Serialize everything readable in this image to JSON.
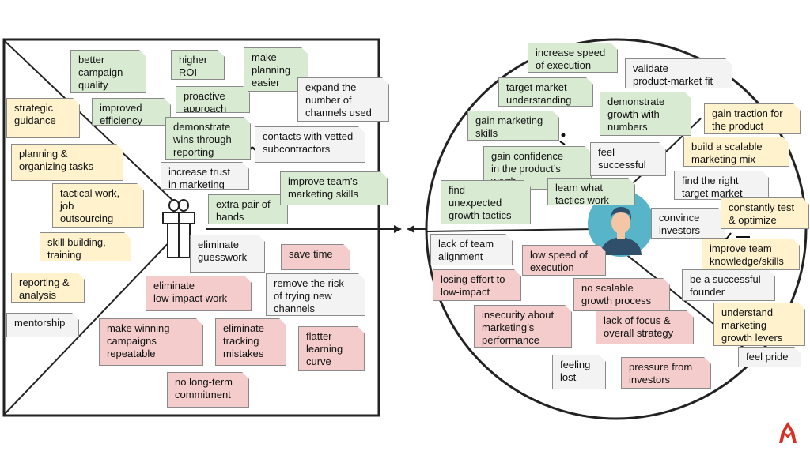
{
  "colors": {
    "gain": "#d9ead3",
    "job": "#fff2cc",
    "pain": "#f4cccc",
    "neutral": "#f3f3f3",
    "outline": "#222222",
    "customer_circle": "#58b4c9",
    "logo_red": "#d93025"
  },
  "icons": {
    "gift": "gift-icon",
    "customer": "person-avatar-icon",
    "logo": "brand-logo-icon"
  },
  "value_map": {
    "gain_creators": [
      "better\ncampaign\nquality",
      "higher\nROI",
      "make\nplanning\neasier",
      "proactive\napproach",
      "improved\nefficiency",
      "demonstrate\nwins through\nreporting",
      "extra pair of\nhands",
      "improve team’s\nmarketing skills"
    ],
    "neutral": [
      "expand the\nnumber of\nchannels used",
      "contacts with vetted\nsubcontractors",
      "increase trust\nin marketing",
      "eliminate\nguesswork",
      "remove the risk\nof trying new\nchannels",
      "mentorship"
    ],
    "products_services": [
      "strategic\nguidance",
      "planning &\norganizing tasks",
      "tactical work,\njob\noutsourcing",
      "skill building,\ntraining",
      "reporting &\nanalysis"
    ],
    "pain_relievers": [
      "save time",
      "eliminate\nlow-impact work",
      "make winning\ncampaigns\nrepeatable",
      "eliminate\ntracking\nmistakes",
      "flatter\nlearning\ncurve",
      "no long-term\ncommitment"
    ]
  },
  "customer_profile": {
    "gains": [
      "increase speed\nof execution",
      "target market\nunderstanding",
      "demonstrate\ngrowth with\nnumbers",
      "gain marketing\nskills",
      "gain confidence\nin the product’s\nworth",
      "find\nunexpected\ngrowth tactics",
      "learn what\ntactics work"
    ],
    "neutral": [
      "validate\nproduct-market fit",
      "feel\nsuccessful",
      "find the right\ntarget market",
      "convince\ninvestors",
      "be a successful\nfounder",
      "feel pride",
      "lack of team\nalignment",
      "feeling\nlost"
    ],
    "jobs": [
      "gain traction for\nthe product",
      "build a scalable\nmarketing mix",
      "constantly test\n& optimize",
      "improve team\nknowledge/skills",
      "understand\nmarketing\ngrowth levers"
    ],
    "pains": [
      "low speed of\nexecution",
      "losing effort to\nlow-impact tasks",
      "no scalable\ngrowth process",
      "insecurity about\nmarketing’s\nperformance",
      "lack of focus &\noverall strategy",
      "pressure from\ninvestors"
    ]
  }
}
